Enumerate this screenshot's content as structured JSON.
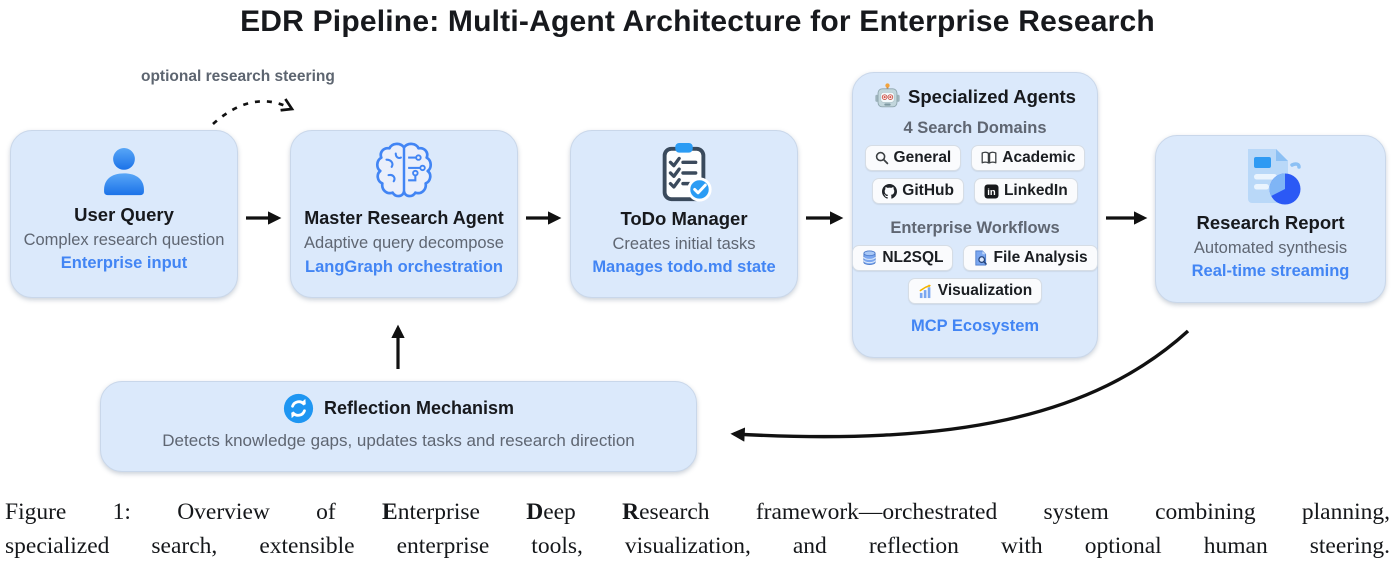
{
  "title": "EDR Pipeline: Multi-Agent Architecture for Enterprise Research",
  "steering_label": "optional research steering",
  "colors": {
    "box_fill": "#dbe9fb",
    "accent_blue": "#4285f4",
    "text_dark": "#17191d",
    "text_gray": "#5f6672",
    "arrow_black": "#111111",
    "badge_fill": "#fafbfd"
  },
  "boxes": {
    "user_query": {
      "icon": "person-icon",
      "title": "User Query",
      "subtitle": "Complex research question",
      "accent": "Enterprise input"
    },
    "master_agent": {
      "icon": "ai-brain-icon",
      "title": "Master Research Agent",
      "subtitle": "Adaptive query decompose",
      "accent": "LangGraph orchestration"
    },
    "todo_manager": {
      "icon": "clipboard-check-icon",
      "title": "ToDo Manager",
      "subtitle": "Creates initial tasks",
      "accent": "Manages todo.md state"
    },
    "specialized_agents": {
      "icon": "robot-icon",
      "title": "Specialized Agents",
      "search_heading": "4 Search Domains",
      "search_badges": [
        {
          "icon": "search-icon",
          "label": "General"
        },
        {
          "icon": "open-book-icon",
          "label": "Academic"
        },
        {
          "icon": "github-icon",
          "label": "GitHub"
        },
        {
          "icon": "linkedin-icon",
          "label": "LinkedIn"
        }
      ],
      "workflows_heading": "Enterprise Workflows",
      "workflow_badges": [
        {
          "icon": "database-icon",
          "label": "NL2SQL"
        },
        {
          "icon": "file-search-icon",
          "label": "File Analysis"
        },
        {
          "icon": "bar-chart-icon",
          "label": "Visualization"
        }
      ],
      "accent": "MCP Ecosystem"
    },
    "research_report": {
      "icon": "document-pie-icon",
      "title": "Research Report",
      "subtitle": "Automated synthesis",
      "accent": "Real-time streaming"
    },
    "reflection": {
      "icon": "refresh-icon",
      "title": "Reflection Mechanism",
      "subtitle": "Detects knowledge gaps, updates tasks and research direction"
    }
  },
  "caption": {
    "line1_prefix": "Figure 1: Overview of ",
    "bold_e": "E",
    "rest_e": "nterprise ",
    "bold_d": "D",
    "rest_d": "eep ",
    "bold_r": "R",
    "rest_r": "esearch",
    "line1_suffix": " framework—orchestrated system combining planning,",
    "line2": "specialized search, extensible enterprise tools, visualization, and reflection with optional human steering."
  }
}
